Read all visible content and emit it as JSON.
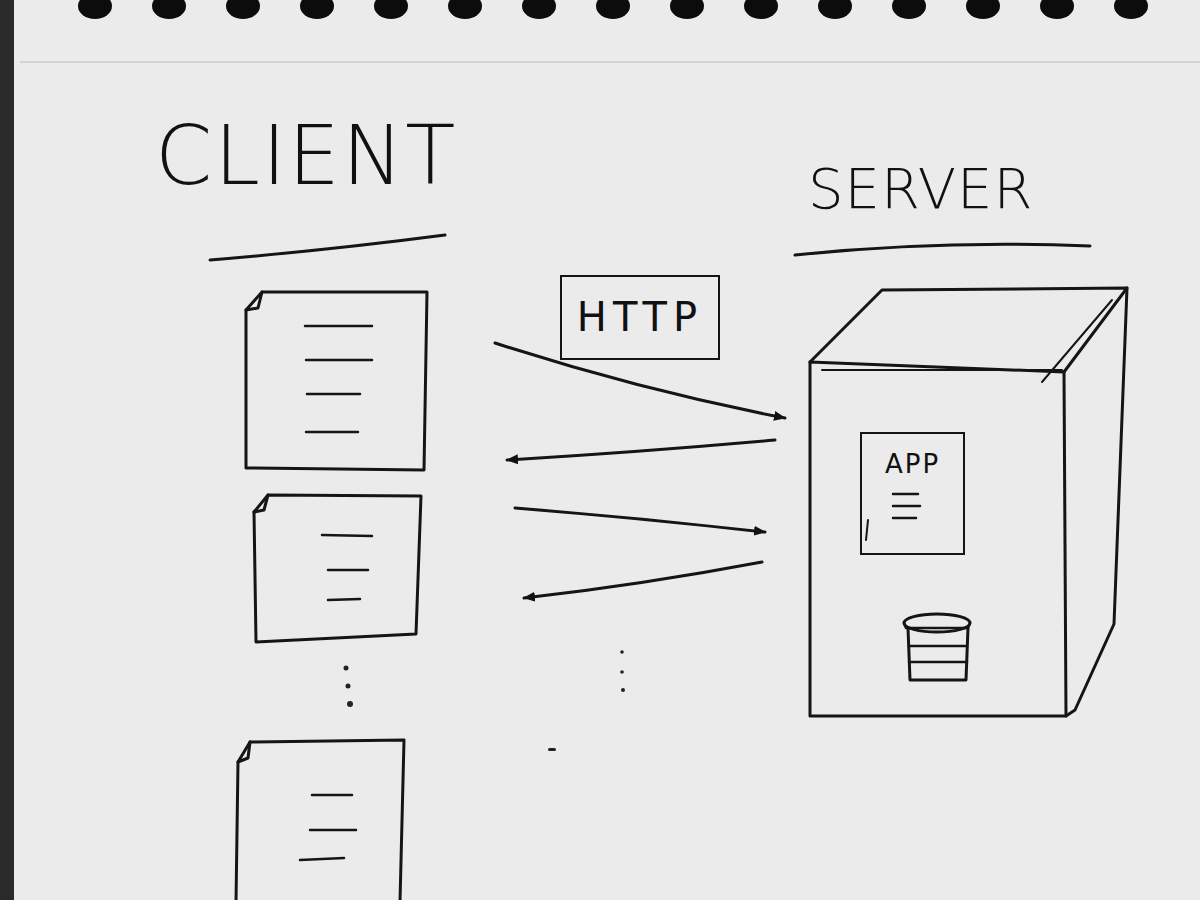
{
  "diagram": {
    "nodes": [
      {
        "text": [
          "HTTP"
        ]
      },
      {
        "text": [
          "APP"
        ]
      }
    ],
    "labels": [
      "CLIENT",
      "SERVER"
    ]
  }
}
